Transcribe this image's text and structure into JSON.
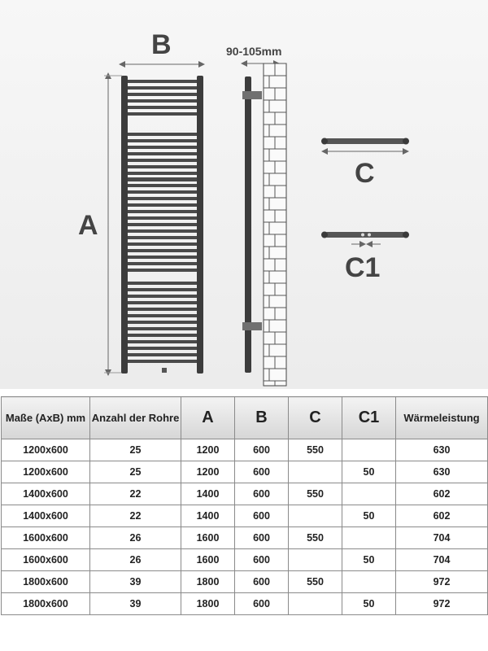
{
  "diagram": {
    "label_b": "B",
    "label_a": "A",
    "label_depth": "90-105mm",
    "label_c": "C",
    "label_c1": "C1"
  },
  "table": {
    "headers": [
      "Maße (AxB) mm",
      "Anzahl der Rohre",
      "A",
      "B",
      "C",
      "C1",
      "Wärmeleistung"
    ],
    "rows": [
      [
        "1200x600",
        "25",
        "1200",
        "600",
        "550",
        "",
        "630"
      ],
      [
        "1200x600",
        "25",
        "1200",
        "600",
        "",
        "50",
        "630"
      ],
      [
        "1400x600",
        "22",
        "1400",
        "600",
        "550",
        "",
        "602"
      ],
      [
        "1400x600",
        "22",
        "1400",
        "600",
        "",
        "50",
        "602"
      ],
      [
        "1600x600",
        "26",
        "1600",
        "600",
        "550",
        "",
        "704"
      ],
      [
        "1600x600",
        "26",
        "1600",
        "600",
        "",
        "50",
        "704"
      ],
      [
        "1800x600",
        "39",
        "1800",
        "600",
        "550",
        "",
        "972"
      ],
      [
        "1800x600",
        "39",
        "1800",
        "600",
        "",
        "50",
        "972"
      ]
    ]
  }
}
